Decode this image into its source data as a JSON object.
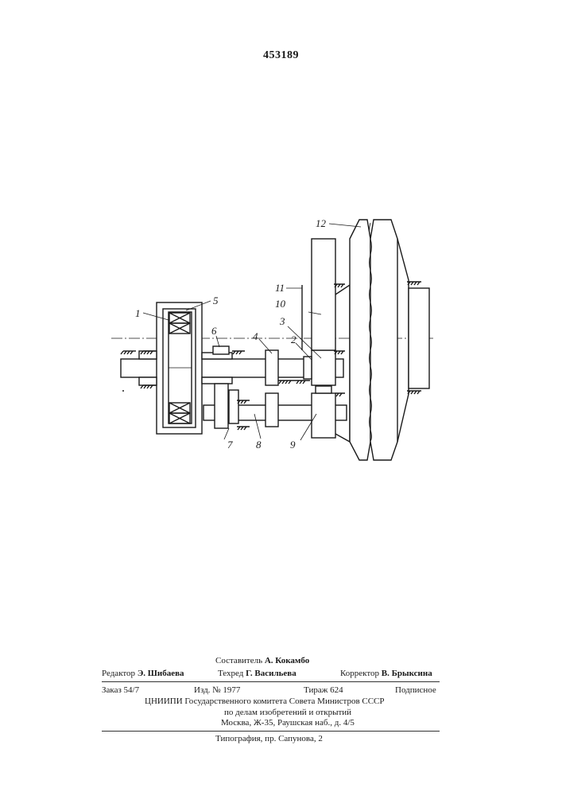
{
  "document": {
    "patent_number": "453189"
  },
  "drawing": {
    "labels": {
      "l1": "1",
      "l2": "2",
      "l3": "3",
      "l4": "4",
      "l5": "5",
      "l6": "6",
      "l7": "7",
      "l8": "8",
      "l9": "9",
      "l10": "10",
      "l11": "11",
      "l12": "12"
    }
  },
  "footer": {
    "compiler_label": "Составитель",
    "compiler_name": "А. Кокамбо",
    "editor_label": "Редактор",
    "editor_name": "Э. Шибаева",
    "techred_label": "Техред",
    "techred_name": "Г. Васильева",
    "corrector_label": "Корректор",
    "corrector_name": "В. Брыксина",
    "order": "Заказ  54/7",
    "edition": "Изд.  №  1977",
    "circulation": "Тираж  624",
    "subscription": "Подписное",
    "org_line1": "ЦНИИПИ  Государственного  комитета  Совета  Министров  СССР",
    "org_line2": "по  делам  изобретений  и  открытий",
    "org_line3": "Москва,  Ж-35,  Раушская  наб.,  д.  4/5",
    "printing": "Типография,  пр.  Сапунова,  2"
  }
}
